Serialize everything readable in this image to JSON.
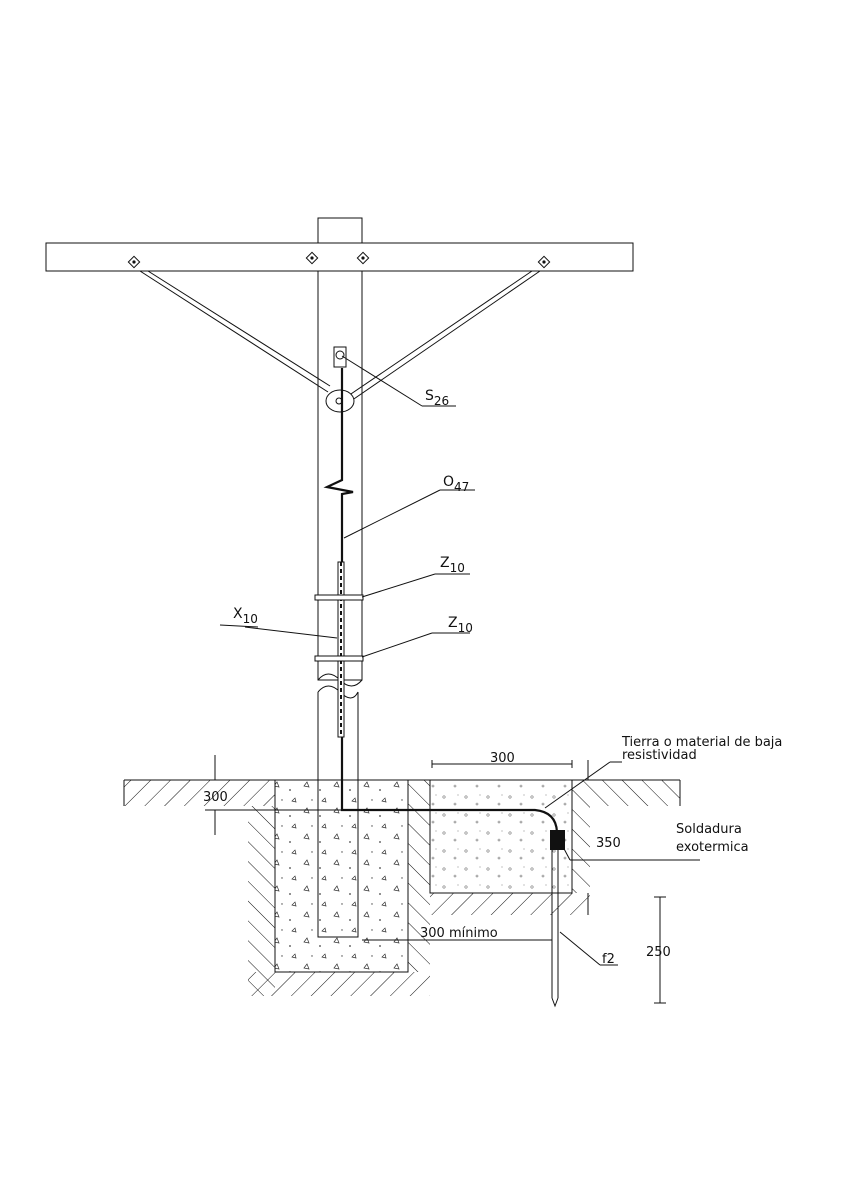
{
  "labels": {
    "s26": {
      "main": "S",
      "sub": "26"
    },
    "o47": {
      "main": "O",
      "sub": "47"
    },
    "z10_upper": {
      "main": "Z",
      "sub": "10"
    },
    "z10_lower": {
      "main": "Z",
      "sub": "10"
    },
    "x10": {
      "main": "X",
      "sub": "10"
    },
    "ground_material_line1": "Tierra o material de baja",
    "ground_material_line2": "resistividad",
    "weld_line1": "Soldadura",
    "weld_line2": "exotermica",
    "f2": "f2"
  },
  "dimensions": {
    "trench_width": "300",
    "cable_depth": "300",
    "trench_depth": "350",
    "min_distance": "300 mínimo",
    "rod_length": "250"
  }
}
